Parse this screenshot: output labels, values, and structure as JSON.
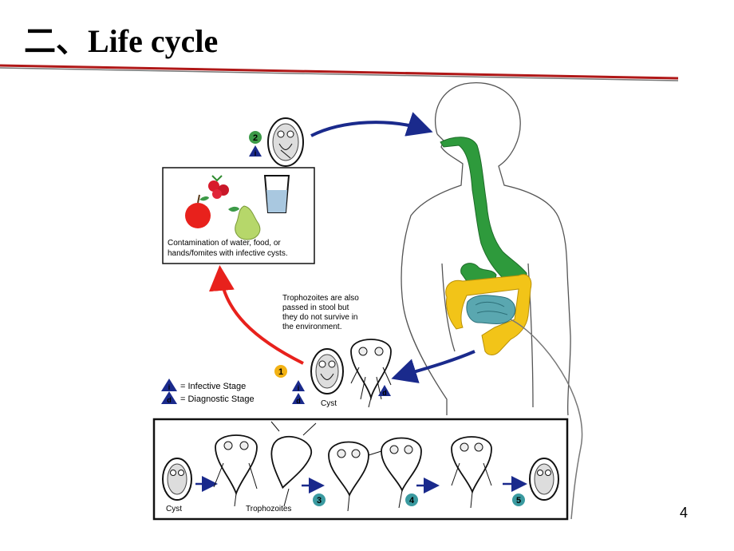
{
  "slide": {
    "title": "二、Life cycle",
    "page_number": "4"
  },
  "diagram": {
    "contamination_text": [
      "Contamination of water, food, or",
      "hands/fomites with infective cysts."
    ],
    "trophozoite_note": [
      "Trophozoites are also",
      "passed in stool but",
      "they do not survive in",
      "the environment."
    ],
    "legend": {
      "infective": "= Infective Stage",
      "diagnostic": "= Diagnostic Stage",
      "infective_symbol": "i",
      "diagnostic_symbol": "d"
    },
    "cyst_label": "Cyst",
    "steps": {
      "one": "1",
      "two": "2",
      "three": "3",
      "four": "4",
      "five": "5"
    },
    "bottom_panel": {
      "cyst_label": "Cyst",
      "trophozoites_label": "Trophozoites"
    },
    "colors": {
      "arrow_blue": "#1a2a8c",
      "arrow_red": "#e8211c",
      "gut_green": "#2e9a3c",
      "colon_yellow": "#f2c418",
      "intestine_teal": "#5aa7b0",
      "step_green": "#3c9a48",
      "step_orange": "#f2b214",
      "step_teal": "#3a9aa0",
      "title_rule": "#b01818"
    }
  }
}
